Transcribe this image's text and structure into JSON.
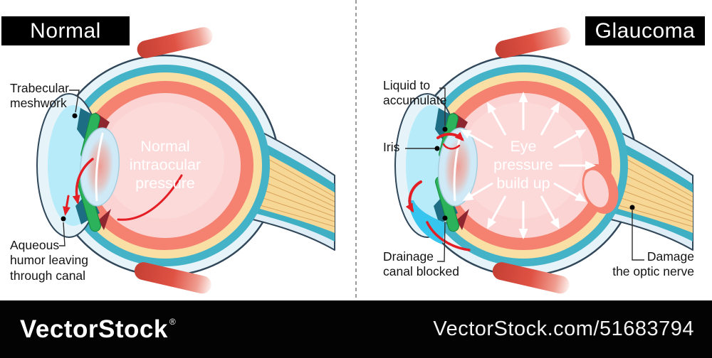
{
  "panels": {
    "normal": {
      "title": "Normal",
      "center_label": [
        "Normal",
        "intraocular",
        "pressure"
      ],
      "labels": {
        "trabecular_meshwork": [
          "Trabecular",
          "meshwork"
        ],
        "aqueous_humor": [
          "Aqueous",
          "humor leaving",
          "through canal"
        ]
      }
    },
    "glaucoma": {
      "title": "Glaucoma",
      "center_label": [
        "Eye",
        "pressure",
        "build up"
      ],
      "labels": {
        "liquid_to_accumulate": [
          "Liquid to",
          "accumulate"
        ],
        "iris": [
          "Iris"
        ],
        "drainage_canal_blocked": [
          "Drainage",
          "canal blocked"
        ],
        "damage_optic_nerve": [
          "Damage",
          "the optic nerve"
        ]
      }
    }
  },
  "watermark_bar": {
    "logo": "VectorStock",
    "reg_mark": "®",
    "url_text": "VectorStock.com/51683794",
    "bar_color": "#030303"
  },
  "colors": {
    "sclera_fill": "#e6f4f9",
    "sclera_outline": "#31475a",
    "teal_layer": "#45b3c7",
    "choroid_cream": "#f9dfa4",
    "retina_salmon": "#f58170",
    "vitreous_pink": "#fcd3d3",
    "anterior_chamber_cyan": "#b7ebfa",
    "accumulated_liquid_cyan": "#36c5ee",
    "iris_green": "#2cb25b",
    "lens_blue": "#cfe9f6",
    "optic_nerve_tan": "#f7d795",
    "muscle_red": "#cf4a3b",
    "flow_arrow_red": "#e31e24",
    "pressure_arrow_white": "#ffffff",
    "label_black": "#141414"
  }
}
